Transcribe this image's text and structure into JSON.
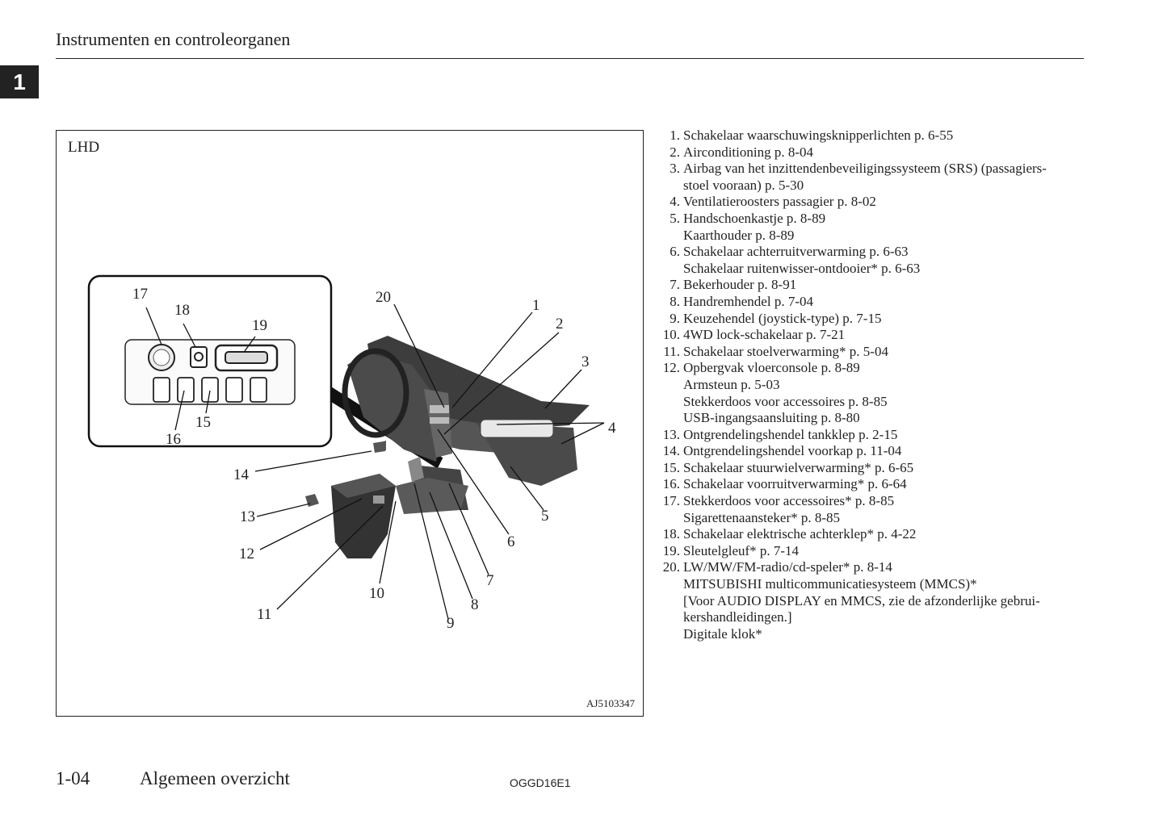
{
  "header": {
    "title": "Instrumenten en controleorganen",
    "chapter": "1"
  },
  "figure": {
    "label": "LHD",
    "code": "AJ5103347",
    "callouts": [
      "1",
      "2",
      "3",
      "4",
      "5",
      "6",
      "7",
      "8",
      "9",
      "10",
      "11",
      "12",
      "13",
      "14",
      "15",
      "16",
      "17",
      "18",
      "19",
      "20"
    ]
  },
  "legend": [
    {
      "num": "1.",
      "lines": [
        "Schakelaar waarschuwingsknipperlichten p. 6-55"
      ]
    },
    {
      "num": "2.",
      "lines": [
        "Airconditioning p. 8-04"
      ]
    },
    {
      "num": "3.",
      "lines": [
        "Airbag van het inzittendenbeveiligingssysteem (SRS) (passagiers-",
        "stoel vooraan) p. 5-30"
      ]
    },
    {
      "num": "4.",
      "lines": [
        "Ventilatieroosters passagier p. 8-02"
      ]
    },
    {
      "num": "5.",
      "lines": [
        "Handschoenkastje p. 8-89",
        "Kaarthouder p. 8-89"
      ]
    },
    {
      "num": "6.",
      "lines": [
        "Schakelaar achterruitverwarming p. 6-63",
        "Schakelaar ruitenwisser-ontdooier* p. 6-63"
      ]
    },
    {
      "num": "7.",
      "lines": [
        "Bekerhouder p. 8-91"
      ]
    },
    {
      "num": "8.",
      "lines": [
        "Handremhendel p. 7-04"
      ]
    },
    {
      "num": "9.",
      "lines": [
        "Keuzehendel (joystick-type) p. 7-15"
      ]
    },
    {
      "num": "10.",
      "lines": [
        "4WD lock-schakelaar p. 7-21"
      ]
    },
    {
      "num": "11.",
      "lines": [
        "Schakelaar stoelverwarming* p. 5-04"
      ]
    },
    {
      "num": "12.",
      "lines": [
        "Opbergvak vloerconsole p. 8-89",
        "Armsteun p. 5-03",
        "Stekkerdoos voor accessoires p. 8-85",
        "USB-ingangsaansluiting p. 8-80"
      ]
    },
    {
      "num": "13.",
      "lines": [
        "Ontgrendelingshendel tankklep p. 2-15"
      ]
    },
    {
      "num": "14.",
      "lines": [
        "Ontgrendelingshendel voorkap p. 11-04"
      ]
    },
    {
      "num": "15.",
      "lines": [
        "Schakelaar stuurwielverwarming* p. 6-65"
      ]
    },
    {
      "num": "16.",
      "lines": [
        "Schakelaar voorruitverwarming* p. 6-64"
      ]
    },
    {
      "num": "17.",
      "lines": [
        "Stekkerdoos voor accessoires* p. 8-85",
        "Sigarettenaansteker* p. 8-85"
      ]
    },
    {
      "num": "18.",
      "lines": [
        "Schakelaar elektrische achterklep* p. 4-22"
      ]
    },
    {
      "num": "19.",
      "lines": [
        "Sleutelgleuf* p. 7-14"
      ]
    },
    {
      "num": "20.",
      "lines": [
        "LW/MW/FM-radio/cd-speler* p. 8-14",
        "MITSUBISHI multicommunicatiesysteem (MMCS)*",
        "[Voor AUDIO DISPLAY en MMCS, zie de afzonderlijke gebrui-",
        "kershandleidingen.]",
        "Digitale klok*"
      ]
    }
  ],
  "footer": {
    "page": "1-04",
    "section": "Algemeen overzicht",
    "code": "OGGD16E1"
  }
}
